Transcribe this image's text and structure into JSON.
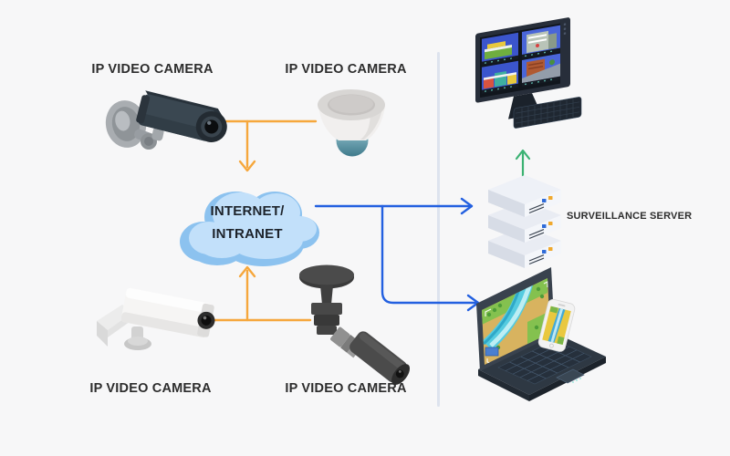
{
  "diagram": {
    "type": "ip-video-surveillance-network",
    "nodes": {
      "camera_top_left": {
        "label": "IP VIDEO CAMERA",
        "device": "bullet-ip-camera"
      },
      "camera_top_right": {
        "label": "IP VIDEO CAMERA",
        "device": "dome-ip-camera"
      },
      "camera_bottom_left": {
        "label": "IP VIDEO CAMERA",
        "device": "box-ip-camera"
      },
      "camera_bottom_right": {
        "label": "IP VIDEO CAMERA",
        "device": "cylinder-ip-camera"
      },
      "network_cloud": {
        "label_line1": "INTERNET/",
        "label_line2": "INTRANET"
      },
      "surveillance_server": {
        "label": "SURVEILLANCE SERVER"
      },
      "monitoring_display": {
        "device": "surveillance-monitor-4-feeds"
      },
      "client_laptop": {
        "device": "laptop-with-smartphone-map"
      }
    },
    "connections": [
      {
        "from": "camera_top_left",
        "to": "network_cloud",
        "color": "#f6a73c",
        "style": "arrow-down"
      },
      {
        "from": "camera_top_right",
        "to": "network_cloud",
        "color": "#f6a73c",
        "style": "arrow-down"
      },
      {
        "from": "camera_bottom_left",
        "to": "network_cloud",
        "color": "#f6a73c",
        "style": "arrow-up"
      },
      {
        "from": "camera_bottom_right",
        "to": "network_cloud",
        "color": "#f6a73c",
        "style": "arrow-up"
      },
      {
        "from": "network_cloud",
        "to": "surveillance_server",
        "color": "#2360e0",
        "style": "arrow-right"
      },
      {
        "from": "network_cloud",
        "to": "client_laptop",
        "color": "#2360e0",
        "style": "arrow-right"
      },
      {
        "from": "surveillance_server",
        "to": "monitoring_display",
        "color": "#3bb273",
        "style": "arrow-up"
      }
    ],
    "colors": {
      "background": "#f7f7f8",
      "camera_link": "#f6a73c",
      "network_link": "#2360e0",
      "server_display_link": "#3bb273",
      "divider": "#dde3ee",
      "cloud_back": "#8cc2ef",
      "cloud_front": "#c2e0fa",
      "label_text": "#2d2d2d"
    }
  }
}
